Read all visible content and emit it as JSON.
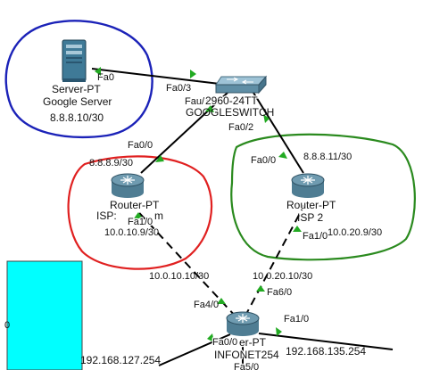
{
  "colors": {
    "link": "#000000",
    "port_indicator": "#22aa22",
    "circle_blue": "#1b22b8",
    "circle_red": "#e02020",
    "circle_green": "#2a8a1e",
    "panel_cyan": "#00ffff",
    "server_body": "#3f7a97",
    "router_body": "#6f9bb0",
    "switch_body": "#9ec3d6"
  },
  "server": {
    "icon": "server-icon",
    "type": "Server-PT",
    "name": "Google Server",
    "ip": "8.8.8.10/30",
    "port": "Fa0"
  },
  "switch": {
    "icon": "switch-icon",
    "model": "2960-24TT",
    "name": "GOOGLESWITCH",
    "port_server": "Fa0/3",
    "port_router1": "Fau/1",
    "port_router2": "Fa0/2"
  },
  "router1": {
    "icon": "router-icon",
    "type": "Router-PT",
    "name": "ISP: ",
    "name_suffix": "m",
    "port_up": "Fa0/0",
    "ip_up": "8.8.8.9/30",
    "port_down": "Fa1/0",
    "ip_down": "10.0.10.9/30"
  },
  "router2": {
    "icon": "router-icon",
    "type": "Router-PT",
    "name": "ISP 2",
    "port_up": "Fa0/0",
    "ip_up": "8.8.8.11/30",
    "port_down": "Fa1/0",
    "ip_down": "10.0.20.9/30"
  },
  "router3": {
    "icon": "router-icon",
    "type": "er-PT",
    "name": "INFONET254",
    "port_left": "Fa4/0",
    "ip_left": "10.0.10.10/30",
    "port_right": "Fa6/0",
    "ip_right": "10.0.20.10/30",
    "port_bottom_left": "Fa0/0",
    "port_bottom_right": "Fa1/0",
    "port_bottom": "Fa5/0"
  },
  "lan": {
    "left_ip": "192.168.127.254",
    "right_ip": "192.168.135.254"
  },
  "panel": {
    "text": "0"
  }
}
